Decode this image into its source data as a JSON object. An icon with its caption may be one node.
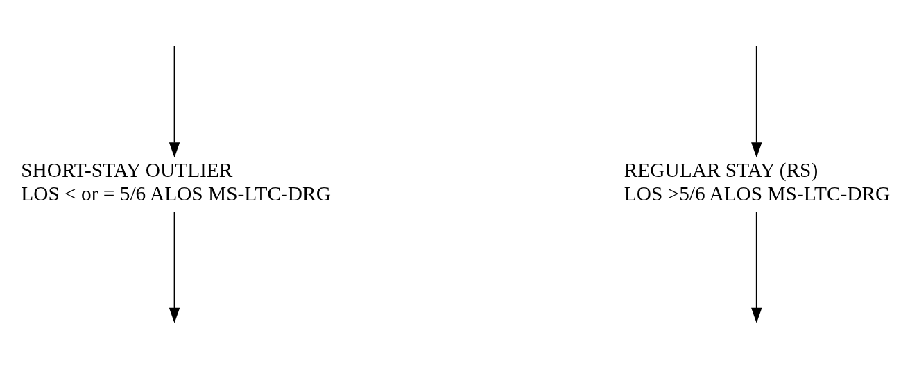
{
  "diagram": {
    "nodes": [
      {
        "text": [
          "SHORT-STAY OUTLIER",
          "LOS < or = 5/6 ALOS MS-LTC-DRG"
        ]
      },
      {
        "text": [
          "REGULAR STAY (RS)",
          "LOS >5/6 ALOS MS-LTC-DRG"
        ]
      }
    ],
    "edges": [
      {
        "from": null,
        "to": 0,
        "arrow": "to"
      },
      {
        "from": null,
        "to": 1,
        "arrow": "to"
      },
      {
        "from": 0,
        "to": null,
        "arrow": "to"
      },
      {
        "from": 1,
        "to": null,
        "arrow": "to"
      }
    ]
  }
}
